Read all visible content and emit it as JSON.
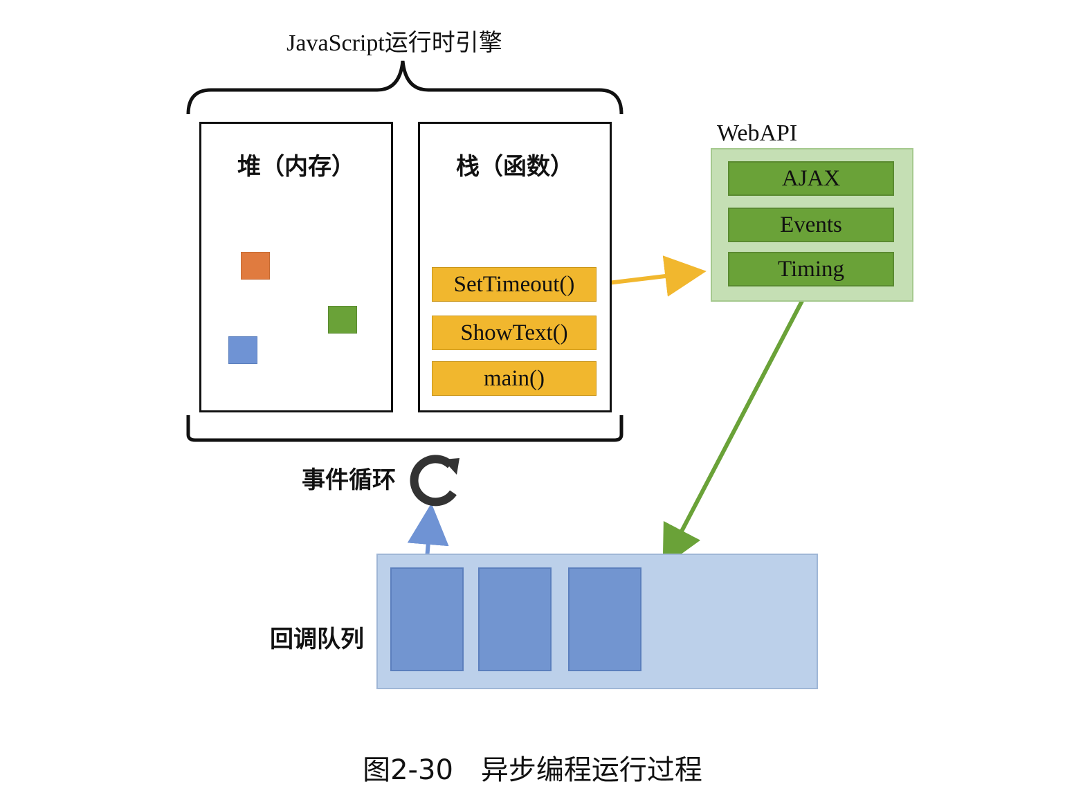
{
  "engine": {
    "title": "JavaScript运行时引擎"
  },
  "heap": {
    "title": "堆（内存）"
  },
  "stack": {
    "title": "栈（函数）",
    "frames": [
      "SetTimeout()",
      "ShowText()",
      "main()"
    ]
  },
  "webapi": {
    "label": "WebAPI",
    "items": [
      "AJAX",
      "Events",
      "Timing"
    ]
  },
  "event_loop": {
    "label": "事件循环"
  },
  "callback_queue": {
    "label": "回调队列"
  },
  "caption": "图2-30　异步编程运行过程",
  "colors": {
    "frame": "#f1b72e",
    "webapi_bg": "#c5dfb4",
    "webapi_item": "#6aa238",
    "queue_bg": "#bcd0ea",
    "queue_item": "#7295d0",
    "heap_orange": "#e07b3f",
    "heap_green": "#6aa238",
    "heap_blue": "#6f93d4",
    "arrow_yellow": "#f1b72e",
    "arrow_green": "#6aa238",
    "arrow_blue": "#6f93d4"
  }
}
